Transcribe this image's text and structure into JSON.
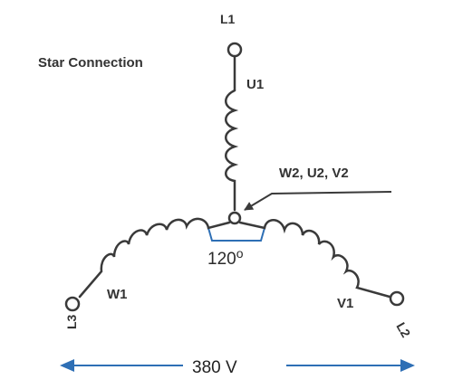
{
  "title": "Star Connection",
  "terminals": {
    "l1": "L1",
    "l2": "L2",
    "l3": "L3"
  },
  "windings": {
    "u1": "U1",
    "v1": "V1",
    "w1": "W1"
  },
  "star_point_label": "W2, U2, V2",
  "angle_label": "120",
  "angle_unit": "o",
  "voltage_label": "380 V",
  "colors": {
    "line": "#3a3a3a",
    "accent": "#2e6fb5",
    "text": "#2b2b2b"
  }
}
